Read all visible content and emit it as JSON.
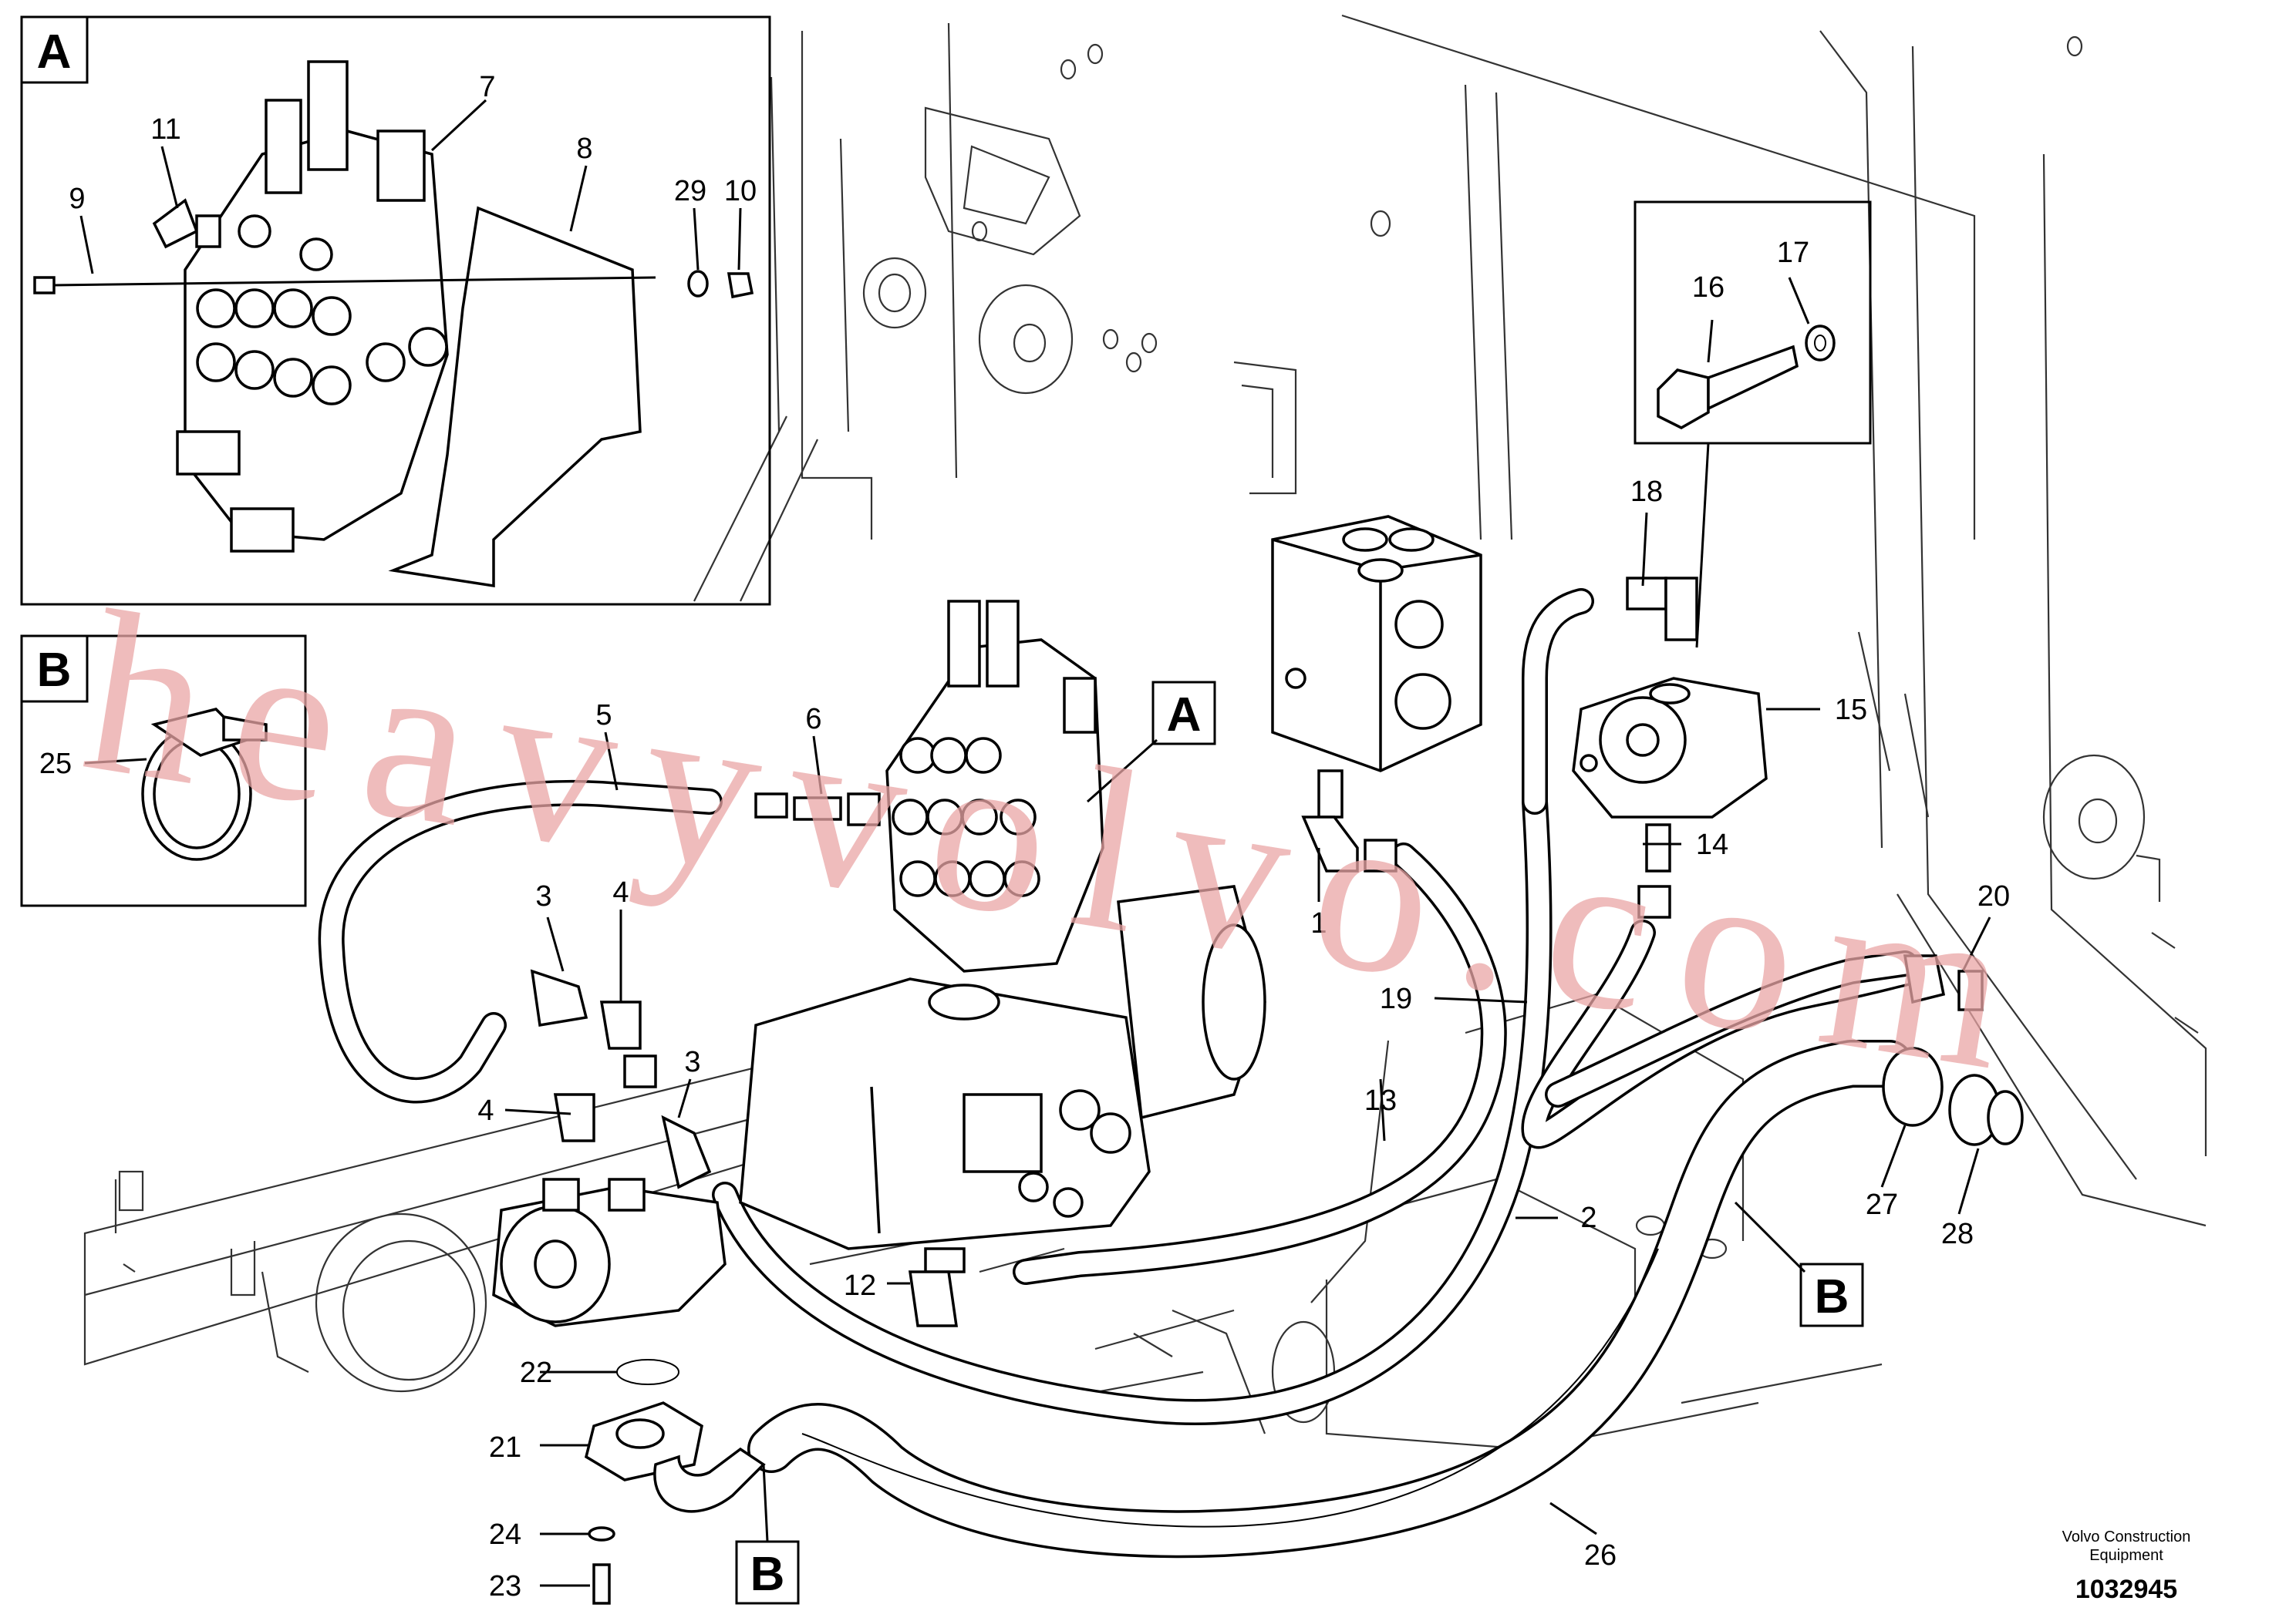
{
  "watermark": "heavyvolvo.com",
  "footer": {
    "company_line1": "Volvo Construction",
    "company_line2": "Equipment",
    "drawing_number": "1032945"
  },
  "detail_boxes": [
    {
      "id": "A",
      "label": "A"
    },
    {
      "id": "B",
      "label": "B"
    }
  ],
  "view_markers": [
    {
      "id": "A",
      "label": "A"
    },
    {
      "id": "B-left",
      "label": "B"
    },
    {
      "id": "B-right",
      "label": "B"
    }
  ],
  "callouts": [
    {
      "id": "1",
      "label": "1"
    },
    {
      "id": "2",
      "label": "2"
    },
    {
      "id": "3a",
      "label": "3"
    },
    {
      "id": "3b",
      "label": "3"
    },
    {
      "id": "4a",
      "label": "4"
    },
    {
      "id": "4b",
      "label": "4"
    },
    {
      "id": "5",
      "label": "5"
    },
    {
      "id": "6",
      "label": "6"
    },
    {
      "id": "7",
      "label": "7"
    },
    {
      "id": "8",
      "label": "8"
    },
    {
      "id": "9",
      "label": "9"
    },
    {
      "id": "10",
      "label": "10"
    },
    {
      "id": "11",
      "label": "11"
    },
    {
      "id": "12",
      "label": "12"
    },
    {
      "id": "13",
      "label": "13"
    },
    {
      "id": "14",
      "label": "14"
    },
    {
      "id": "15",
      "label": "15"
    },
    {
      "id": "16",
      "label": "16"
    },
    {
      "id": "17",
      "label": "17"
    },
    {
      "id": "18",
      "label": "18"
    },
    {
      "id": "19",
      "label": "19"
    },
    {
      "id": "20",
      "label": "20"
    },
    {
      "id": "21",
      "label": "21"
    },
    {
      "id": "22",
      "label": "22"
    },
    {
      "id": "23",
      "label": "23"
    },
    {
      "id": "24",
      "label": "24"
    },
    {
      "id": "25",
      "label": "25"
    },
    {
      "id": "26",
      "label": "26"
    },
    {
      "id": "27",
      "label": "27"
    },
    {
      "id": "28",
      "label": "28"
    },
    {
      "id": "29",
      "label": "29"
    }
  ]
}
